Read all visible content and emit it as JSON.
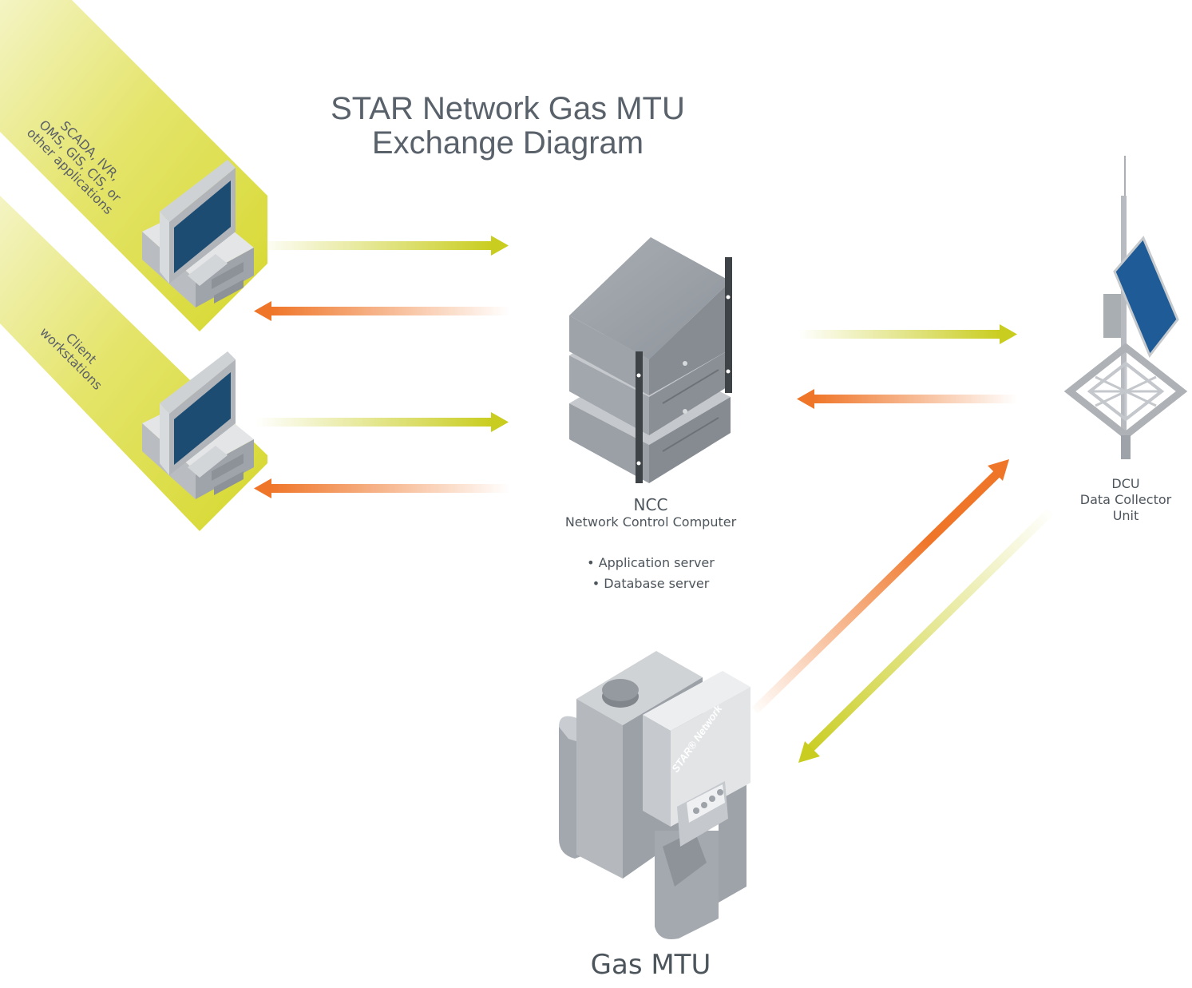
{
  "title": {
    "line1": "STAR Network Gas MTU",
    "line2": "Exchange Diagram"
  },
  "bands": {
    "top": [
      "SCADA, IVR,",
      "OMS, GIS, CIS, or",
      "other applications"
    ],
    "bottom": [
      "Client",
      "workstations"
    ]
  },
  "ncc": {
    "abbr": "NCC",
    "name": "Network Control Computer",
    "bullets": [
      "• Application server",
      "• Database server"
    ]
  },
  "dcu": {
    "abbr": "DCU",
    "name_line1": "Data Collector",
    "name_line2": "Unit"
  },
  "gas_mtu": {
    "label": "Gas MTU",
    "face_text": "STAR® Network"
  },
  "colors": {
    "green_arrow": "#c9cd1f",
    "orange_arrow": "#ef7528",
    "band": "#dcdc47",
    "gray_device": "#a7acb2",
    "screen": "#1d4c73",
    "solar_panel": "#1f5b96"
  }
}
